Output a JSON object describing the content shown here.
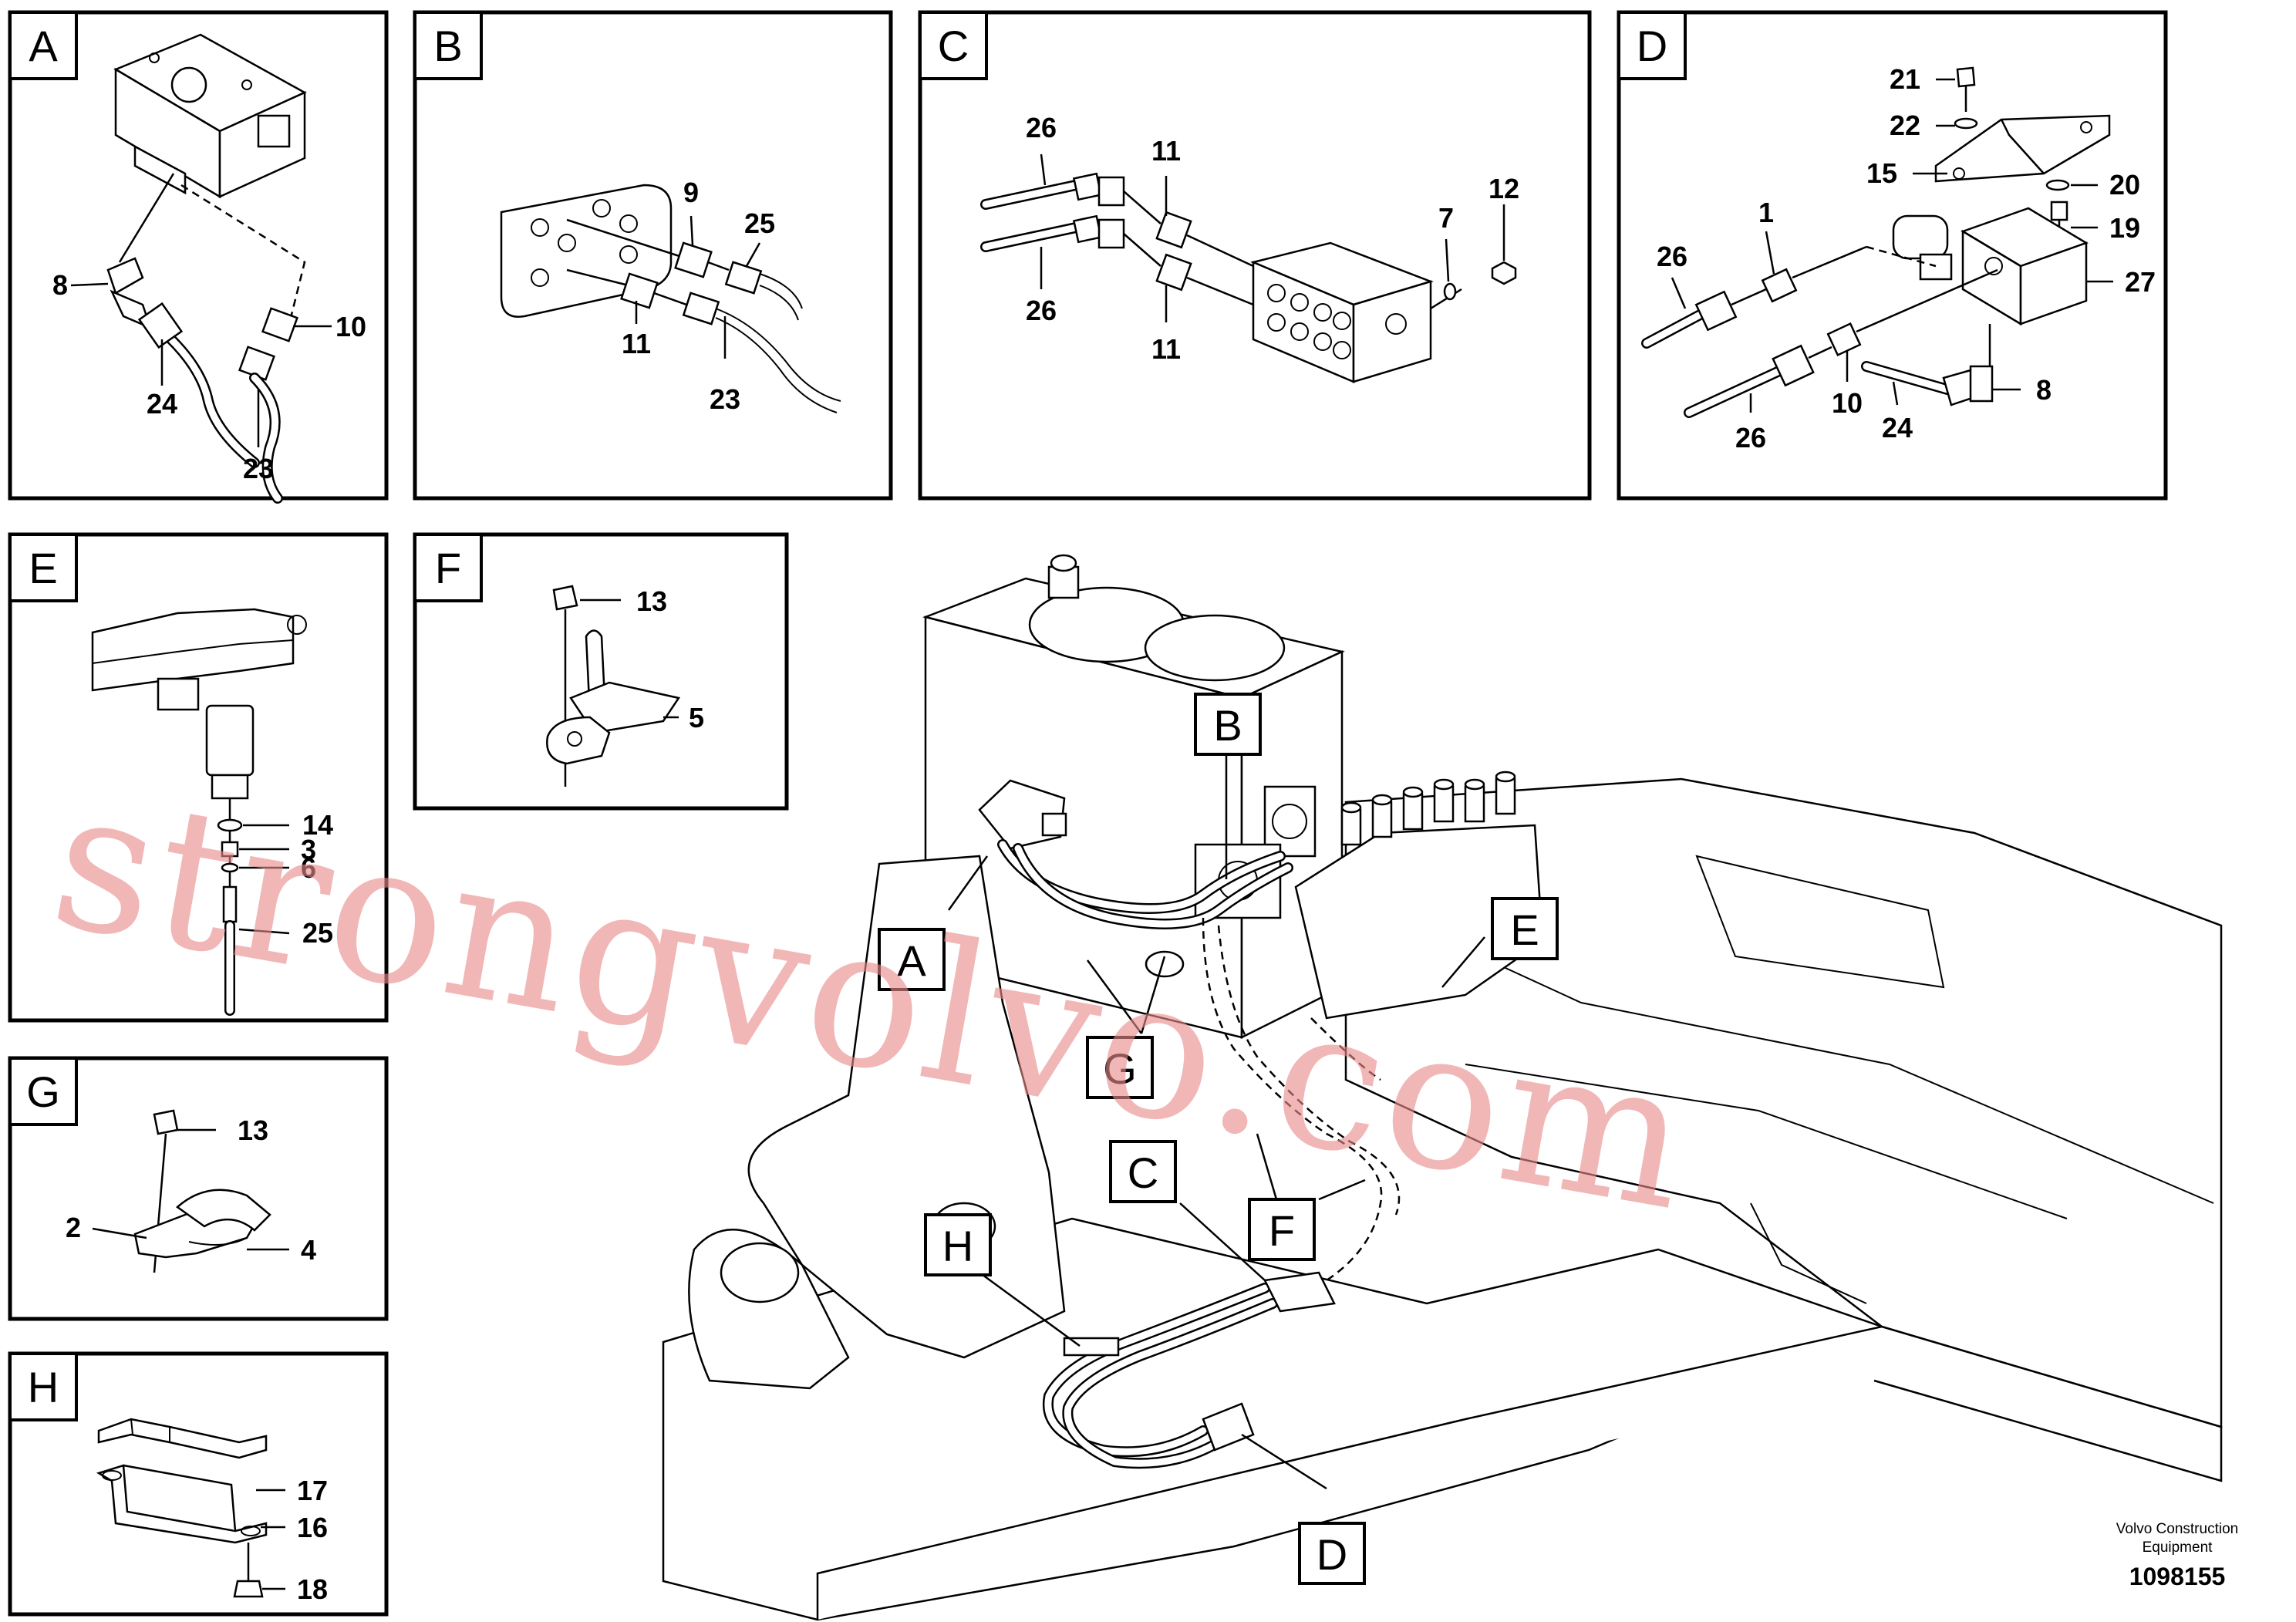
{
  "panels": {
    "A": {
      "tag": "A",
      "labels": [
        "8",
        "10",
        "24",
        "23"
      ]
    },
    "B": {
      "tag": "B",
      "labels": [
        "9",
        "25",
        "11",
        "23"
      ]
    },
    "C": {
      "tag": "C",
      "labels": [
        "26",
        "11",
        "7",
        "12",
        "26",
        "11"
      ]
    },
    "D": {
      "tag": "D",
      "labels": [
        "21",
        "22",
        "15",
        "20",
        "19",
        "26",
        "1",
        "27",
        "10",
        "8",
        "26",
        "24"
      ]
    },
    "E": {
      "tag": "E",
      "labels": [
        "14",
        "3",
        "6",
        "25"
      ]
    },
    "F": {
      "tag": "F",
      "labels": [
        "13",
        "5"
      ]
    },
    "G": {
      "tag": "G",
      "labels": [
        "13",
        "2",
        "4"
      ]
    },
    "H": {
      "tag": "H",
      "labels": [
        "17",
        "16",
        "18"
      ]
    }
  },
  "callouts": [
    "B",
    "A",
    "E",
    "G",
    "C",
    "F",
    "H",
    "D"
  ],
  "watermark": "strongvolvo.com",
  "credit": {
    "line1": "Volvo Construction",
    "line2": "Equipment",
    "number": "1098155"
  }
}
